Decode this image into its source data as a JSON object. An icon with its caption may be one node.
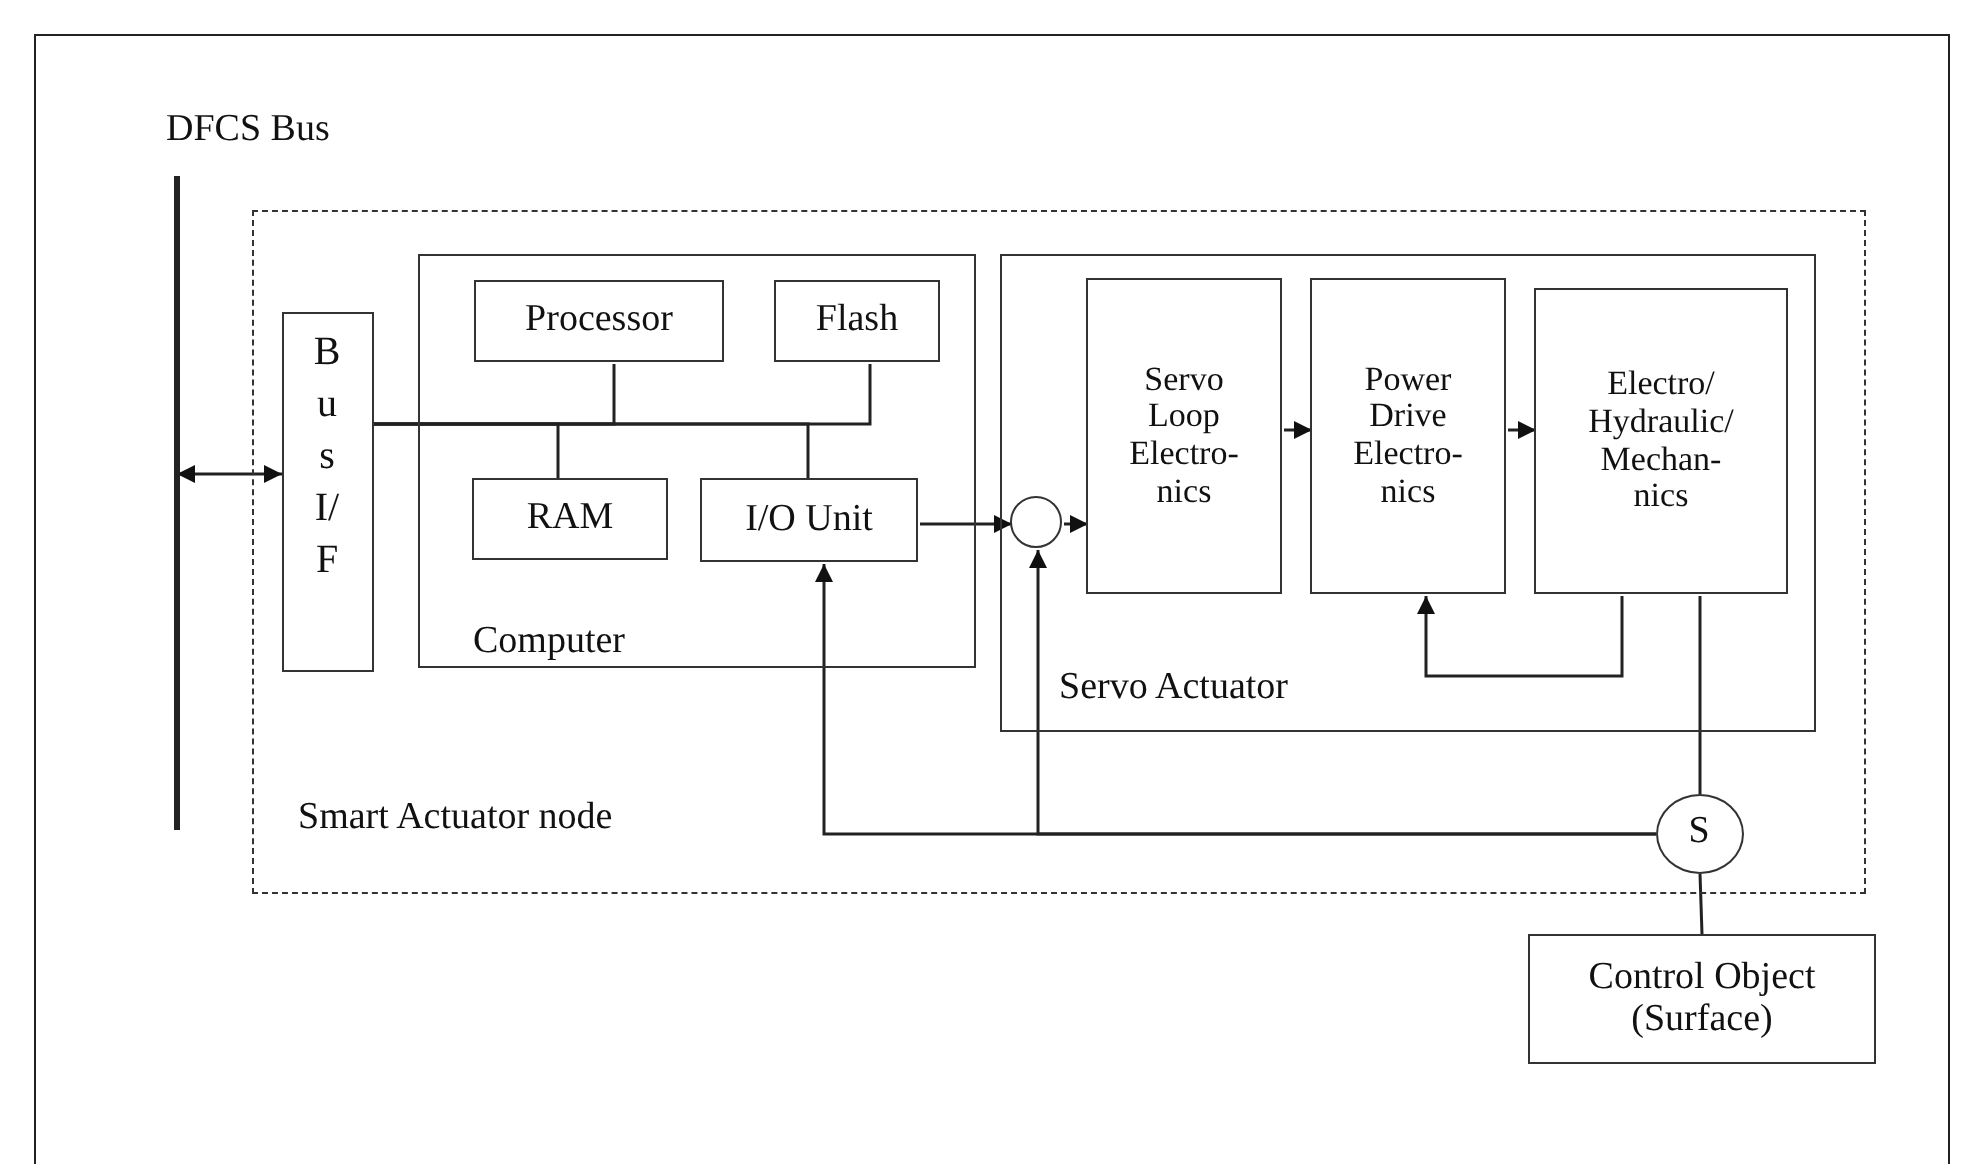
{
  "diagram": {
    "nodes": [
      {
        "text": [
          "Smart Actuator node"
        ]
      },
      {
        "text": [
          "DFCS Bus"
        ]
      },
      {
        "text": [
          "Bus I/F"
        ],
        "in": 0
      },
      {
        "text": [
          "Computer"
        ],
        "in": 0
      },
      {
        "text": [
          "Processor"
        ],
        "in": 3
      },
      {
        "text": [
          "Flash"
        ],
        "in": 3
      },
      {
        "text": [
          "RAM"
        ],
        "in": 3
      },
      {
        "text": [
          "I/O Unit"
        ],
        "in": 3
      },
      {
        "text": [
          "Servo Actuator"
        ],
        "in": 0
      },
      {
        "text": [],
        "shape": "circle",
        "in": 8
      },
      {
        "text": [
          "Servo Loop Electro- nics"
        ],
        "in": 8
      },
      {
        "text": [
          "Power Drive Electro- nics"
        ],
        "in": 8
      },
      {
        "text": [
          "Electro/ Hydraulic/ Mechan- nics"
        ],
        "in": 8
      },
      {
        "text": [
          "S"
        ],
        "in": 0
      },
      {
        "text": [
          "Control Object (Surface)"
        ]
      }
    ],
    "edges": [
      {
        "from": 1,
        "to": 2,
        "arrow": "both"
      },
      {
        "from": 2,
        "to": 4,
        "arrow": "none"
      },
      {
        "from": 2,
        "to": 5,
        "arrow": "none"
      },
      {
        "from": 2,
        "to": 6,
        "arrow": "none"
      },
      {
        "from": 2,
        "to": 7,
        "arrow": "none"
      },
      {
        "from": 7,
        "to": 9,
        "arrow": "to"
      },
      {
        "from": 9,
        "to": 10,
        "arrow": "to"
      },
      {
        "from": 10,
        "to": 11,
        "arrow": "to"
      },
      {
        "from": 11,
        "to": 12,
        "arrow": "to"
      },
      {
        "from": 12,
        "to": 11,
        "arrow": "to"
      },
      {
        "from": 12,
        "to": 13,
        "arrow": "none"
      },
      {
        "from": 13,
        "to": 14,
        "arrow": "none"
      },
      {
        "from": 13,
        "to": 7,
        "arrow": "to"
      },
      {
        "from": 13,
        "to": 9,
        "arrow": "to"
      }
    ]
  }
}
